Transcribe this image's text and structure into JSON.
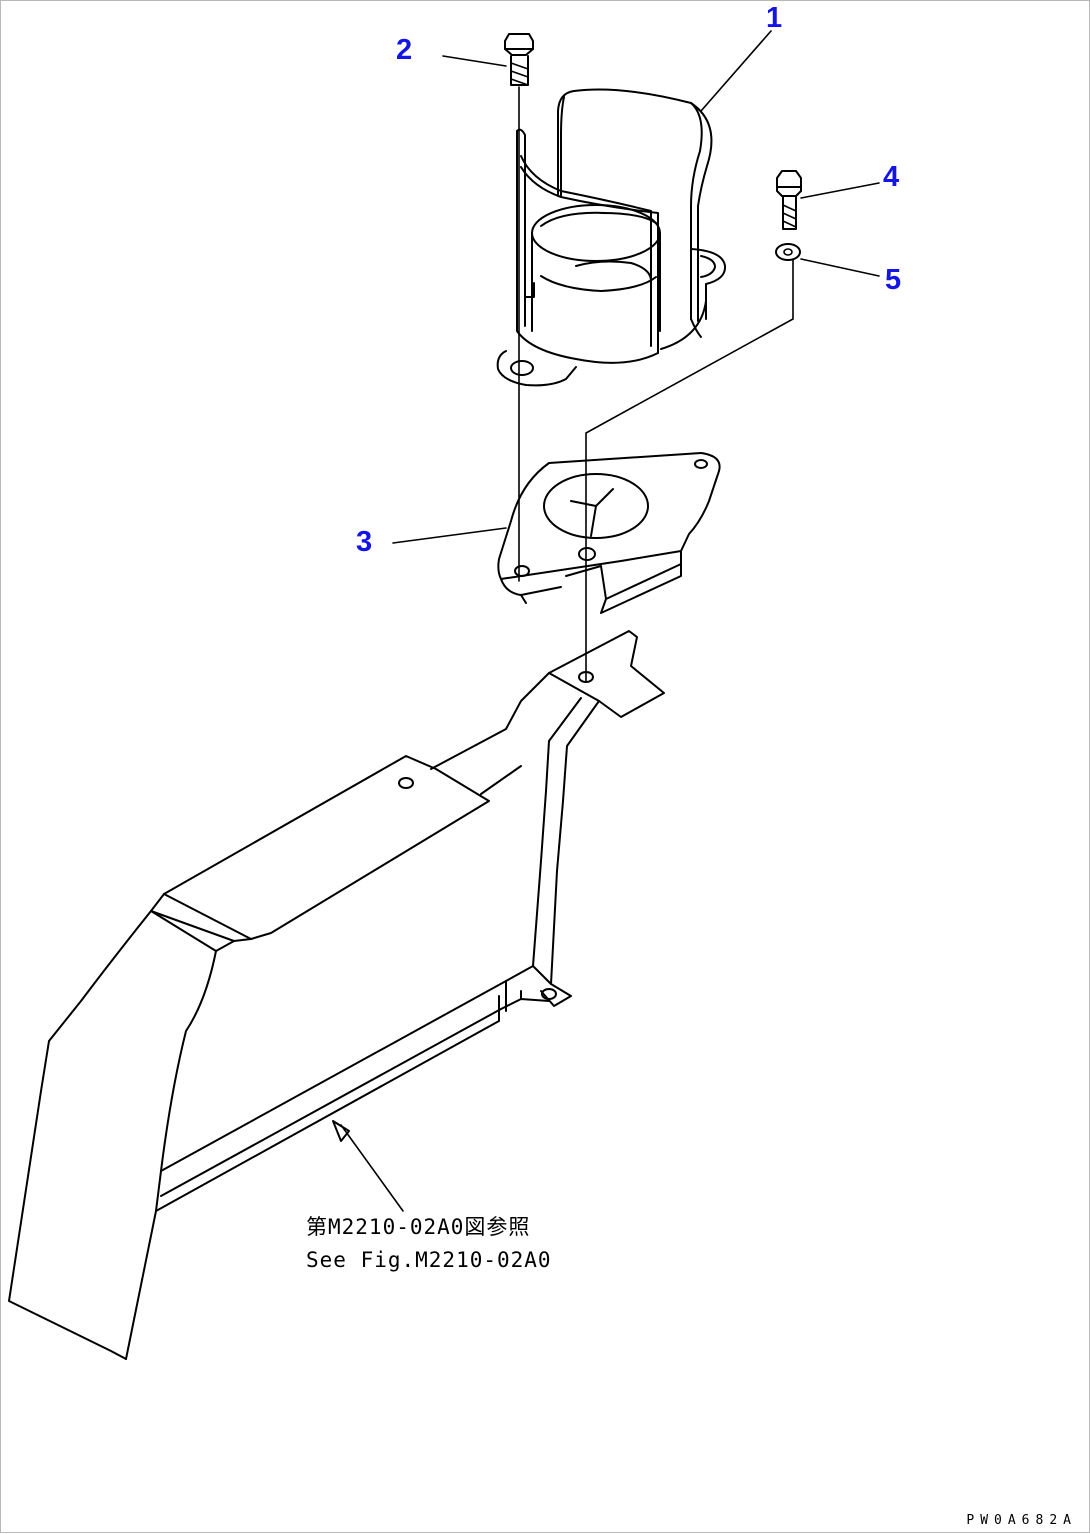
{
  "callouts": [
    {
      "id": "1",
      "label": "1"
    },
    {
      "id": "2",
      "label": "2"
    },
    {
      "id": "3",
      "label": "3"
    },
    {
      "id": "4",
      "label": "4"
    },
    {
      "id": "5",
      "label": "5"
    }
  ],
  "note": {
    "jp": "第M2210-02A0図参照",
    "en": "See Fig.M2210-02A0"
  },
  "drawing_code": "PW0A682A",
  "colors": {
    "callout": "#1414e6",
    "line": "#000000",
    "border": "#b8b8b8"
  }
}
